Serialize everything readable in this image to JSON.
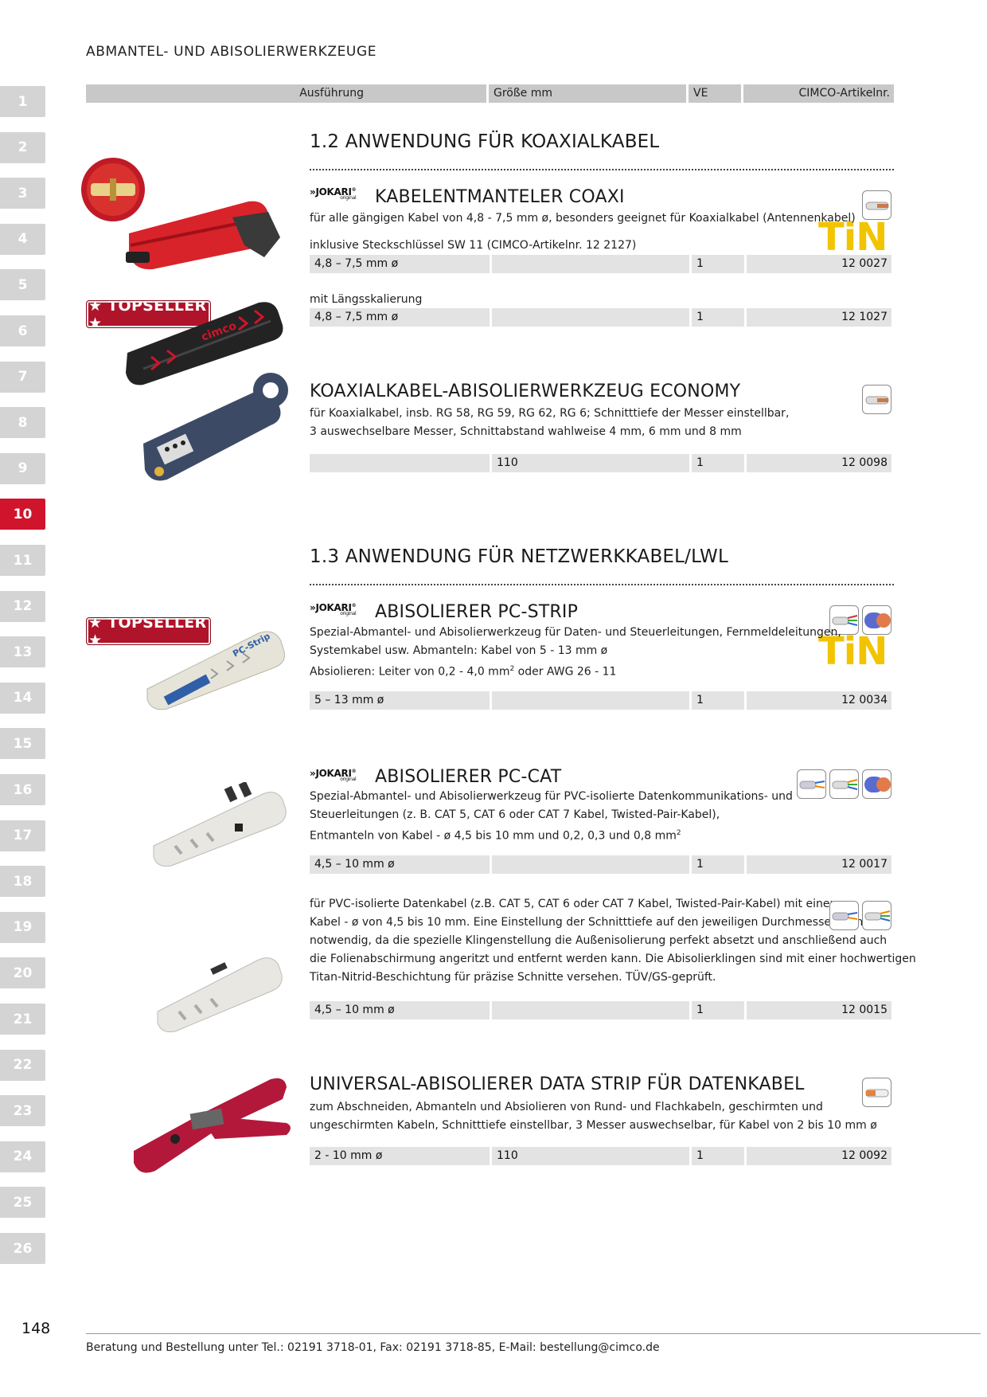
{
  "header": {
    "title": "ABMANTEL- UND ABISOLIERWERKZEUGE"
  },
  "tabs": [
    "1",
    "2",
    "3",
    "4",
    "5",
    "6",
    "7",
    "8",
    "9",
    "10",
    "11",
    "12",
    "13",
    "14",
    "15",
    "16",
    "17",
    "18",
    "19",
    "20",
    "21",
    "22",
    "23",
    "24",
    "25",
    "26"
  ],
  "active_tab": "10",
  "columns": {
    "c1": "Ausführung",
    "c2": "Größe mm",
    "c3": "VE",
    "c4": "CIMCO-Artikelnr."
  },
  "brand": {
    "name": "JOKARI",
    "sub": "original",
    "reg": "®"
  },
  "badges": {
    "topseller": "★ TOPSELLER ★",
    "tin": "TiN"
  },
  "section12": {
    "title": "1.2 ANWENDUNG FÜR KOAXIALKABEL"
  },
  "p1": {
    "title": "KABELENTMANTELER COAXI",
    "desc1": "für alle gängigen Kabel von 4,8 - 7,5 mm ø, besonders geeignet für Koaxialkabel (Antennenkabel)",
    "desc2": "inklusive Steckschlüssel SW 11 (CIMCO-Artikelnr. 12 2127)",
    "row1": {
      "c1": "4,8 – 7,5 mm ø",
      "c2": "",
      "c3": "1",
      "c4": "12 0027"
    },
    "desc3": "mit Längsskalierung",
    "row2": {
      "c1": "4,8 – 7,5 mm ø",
      "c2": "",
      "c3": "1",
      "c4": "12 1027"
    }
  },
  "p2": {
    "title": "KOAXIALKABEL-ABISOLIERWERKZEUG ECONOMY",
    "desc1": "für Koaxialkabel, insb. RG 58, RG 59, RG 62, RG 6; Schnitttiefe der Messer einstellbar,",
    "desc2": "3 auswechselbare Messer, Schnittabstand wahlweise 4 mm, 6 mm und 8 mm",
    "row1": {
      "c1": "",
      "c2": "110",
      "c3": "1",
      "c4": "12 0098"
    }
  },
  "section13": {
    "title": "1.3 ANWENDUNG FÜR  NETZWERKKABEL/LWL"
  },
  "p3": {
    "title": "ABISOLIERER PC-STRIP",
    "desc1": "Spezial-Abmantel- und Abisolierwerkzeug für Daten- und Steuerleitungen, Fernmeldeleitungen,",
    "desc2": "Systemkabel usw. Abmanteln: Kabel von 5 - 13 mm ø",
    "desc3a": "Absiolieren: Leiter von 0,2 - 4,0 mm",
    "desc3sup": "2",
    "desc3b": " oder AWG 26 - 11",
    "row1": {
      "c1": "5 – 13 mm ø",
      "c2": "",
      "c3": "1",
      "c4": "12 0034"
    }
  },
  "p4": {
    "title": "ABISOLIERER PC-CAT",
    "desc1": "Spezial-Abmantel- und Abisolierwerkzeug für PVC-isolierte Datenkommunikations- und",
    "desc2": "Steuerleitungen (z. B. CAT 5, CAT 6 oder CAT 7 Kabel, Twisted-Pair-Kabel),",
    "desc3a": "Entmanteln von Kabel - ø 4,5 bis 10 mm und 0,2, 0,3 und 0,8 mm",
    "desc3sup": "2",
    "row1": {
      "c1": "4,5 – 10 mm ø",
      "c2": "",
      "c3": "1",
      "c4": "12 0017"
    },
    "text2": [
      "für PVC-isolierte Datenkabel (z.B. CAT 5, CAT 6 oder CAT 7 Kabel, Twisted-Pair-Kabel) mit einem",
      "Kabel - ø von 4,5 bis 10 mm. Eine Einstellung der Schnitttiefe auf den jeweiligen Durchmesser ist nicht",
      "notwendig, da die spezielle Klingenstellung die Außenisolierung perfekt absetzt und anschließend auch",
      "die Folienabschirmung angeritzt und entfernt werden kann. Die Abisolierklingen sind mit einer hochwertigen",
      "Titan-Nitrid-Beschichtung für präzise Schnitte versehen. TÜV/GS-geprüft."
    ],
    "row2": {
      "c1": "4,5 – 10 mm ø",
      "c2": "",
      "c3": "1",
      "c4": "12 0015"
    }
  },
  "p5": {
    "title": "UNIVERSAL-ABISOLIERER DATA STRIP FÜR DATENKABEL",
    "desc1": "zum Abschneiden, Abmanteln und Absiolieren von Rund- und Flachkabeln, geschirmten und",
    "desc2": "ungeschirmten Kabeln, Schnitttiefe einstellbar, 3 Messer auswechselbar, für Kabel von 2 bis 10 mm ø",
    "row1": {
      "c1": "2 - 10 mm ø",
      "c2": "110",
      "c3": "1",
      "c4": "12 0092"
    }
  },
  "page_number": "148",
  "footer": "Beratung und Bestellung unter Tel.: 02191 3718-01, Fax: 02191 3718-85, E-Mail: bestellung@cimco.de",
  "colors": {
    "tab_active": "#d0142c",
    "tab": "#d4d4d4",
    "tin": "#f2c400",
    "topseller": "#b0142a"
  }
}
